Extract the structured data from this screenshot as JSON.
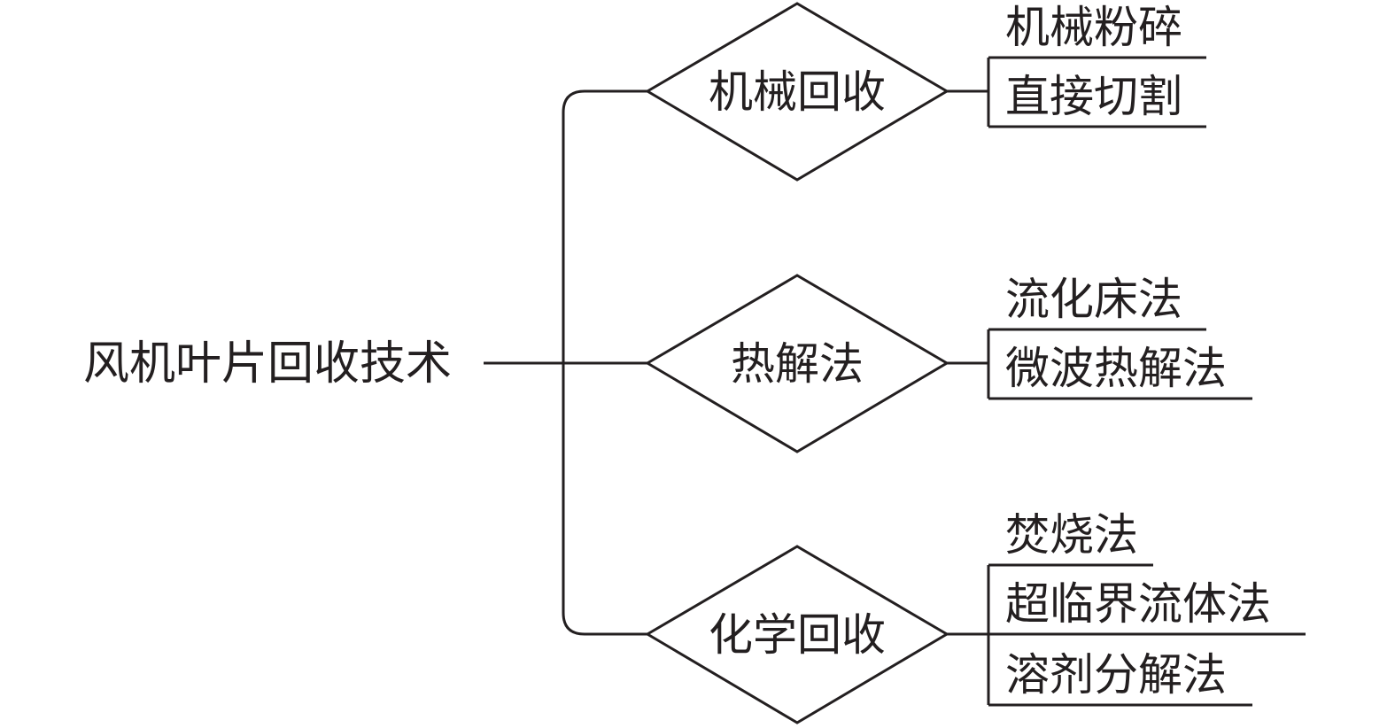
{
  "diagram": {
    "root": {
      "label": "风机叶片回收技术"
    },
    "categories": [
      {
        "label": "机械回收",
        "methods": [
          "机械粉碎",
          "直接切割"
        ]
      },
      {
        "label": "热解法",
        "methods": [
          "流化床法",
          "微波热解法"
        ]
      },
      {
        "label": "化学回收",
        "methods": [
          "焚烧法",
          "超临界流体法",
          "溶剂分解法"
        ]
      }
    ]
  },
  "colors": {
    "line": "#231f20",
    "background": "#ffffff"
  }
}
